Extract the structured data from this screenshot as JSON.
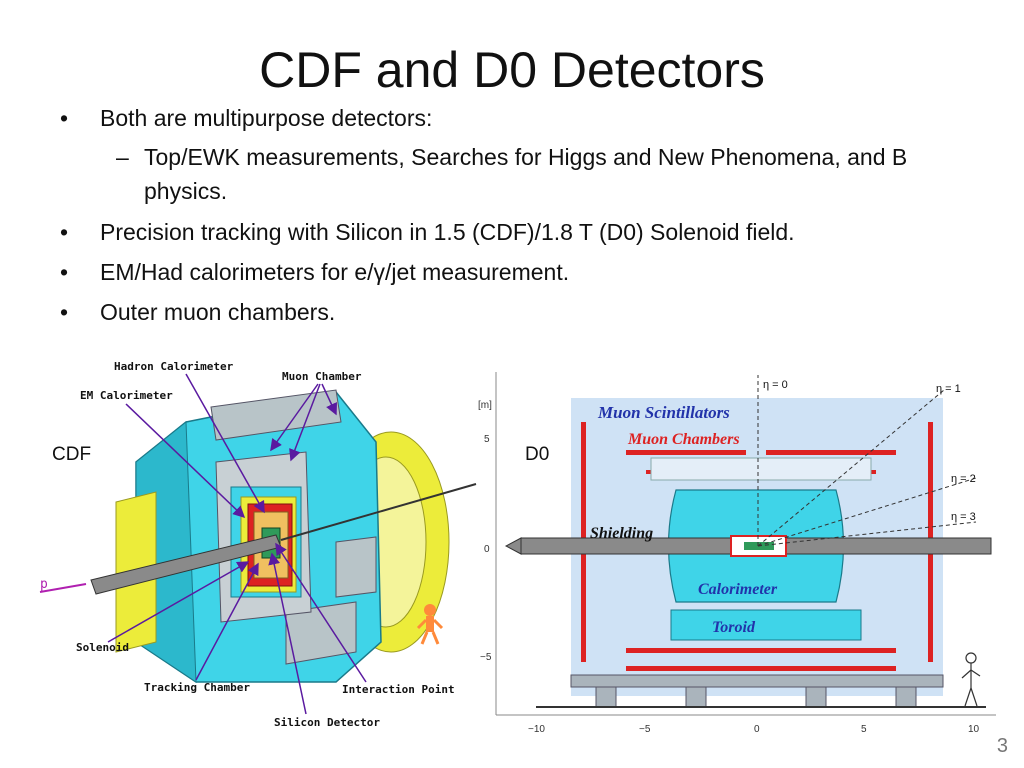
{
  "slide": {
    "title": "CDF and D0 Detectors",
    "bullets": [
      {
        "marker": "•",
        "text": "Both are multipurpose detectors:"
      },
      {
        "marker": "–",
        "text": " Top/EWK measurements, Searches for Higgs and New Phenomena, and B physics.",
        "sub": true
      },
      {
        "marker": "•",
        "text": "Precision tracking with Silicon in 1.5 (CDF)/1.8 T (D0) Solenoid field."
      },
      {
        "marker": "•",
        "text": "EM/Had calorimeters for e/γ/jet measurement."
      },
      {
        "marker": "•",
        "text": "Outer muon chambers."
      }
    ],
    "page_number": "3"
  },
  "cdf": {
    "side_label": "CDF",
    "labels": {
      "hadron_calorimeter": "Hadron Calorimeter",
      "muon_chamber": "Muon Chamber",
      "em_calorimeter": "EM Calorimeter",
      "solenoid": "Solenoid",
      "tracking_chamber": "Tracking Chamber",
      "interaction_point": "Interaction Point",
      "silicon_detector": "Silicon Detector",
      "proton": "p"
    }
  },
  "d0": {
    "side_label": "D0",
    "unit_label": "[m]",
    "y_ticks": [
      "5",
      "0",
      "−5"
    ],
    "x_ticks": [
      "−10",
      "−5",
      "0",
      "5",
      "10"
    ],
    "eta_labels": [
      "η = 0",
      "η = 1",
      "η = 2",
      "η = 3"
    ],
    "labels": {
      "muon_scintillators": "Muon Scintillators",
      "muon_chambers": "Muon Chambers",
      "shielding": "Shielding",
      "calorimeter": "Calorimeter",
      "toroid": "Toroid"
    }
  },
  "colors": {
    "cyan": "#3fd4e8",
    "d0_background": "#cfe2f5",
    "muon_red": "#dd2222",
    "yellow": "#ecec3a",
    "label_blue": "#2233aa",
    "arrow_purple": "#5a1aa0"
  }
}
